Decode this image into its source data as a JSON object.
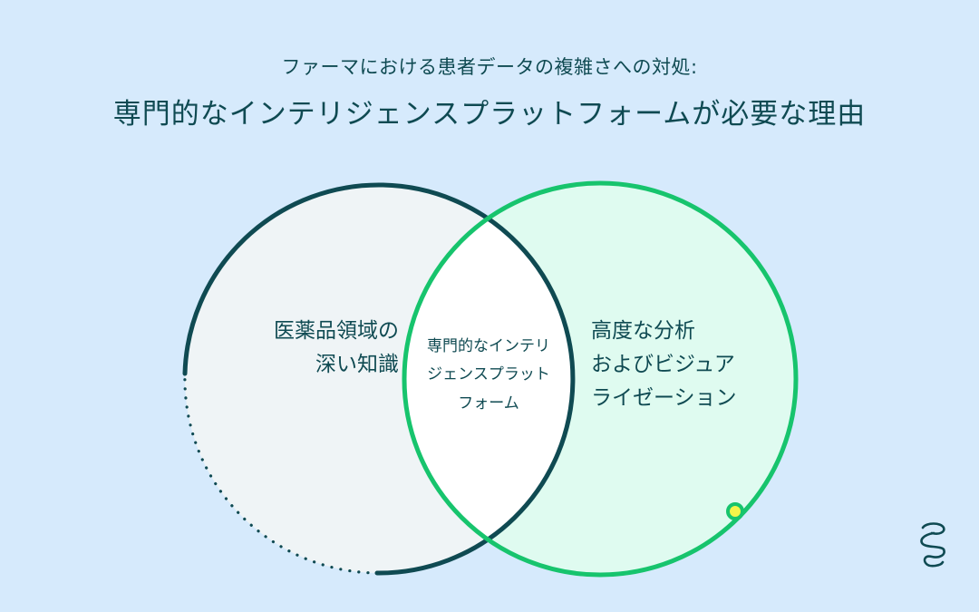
{
  "header": {
    "subtitle": "ファーマにおける患者データの複雑さへの対処:",
    "title": "専門的なインテリジェンスプラットフォームが必要な理由"
  },
  "venn": {
    "left": {
      "lines": [
        "医薬品領域の",
        "深い知識"
      ]
    },
    "intersection": {
      "lines": [
        "専門的なインテリ",
        "ジェンスプラット",
        "フォーム"
      ]
    },
    "right": {
      "lines": [
        "高度な分析",
        "およびビジュア",
        "ライゼーション"
      ]
    }
  },
  "colors": {
    "background": "#d6eafc",
    "left_stroke": "#0f4a52",
    "left_fill": "#eff4f6",
    "right_stroke": "#17c46d",
    "right_fill": "#dffbf0",
    "intersection_fill": "#ffffff",
    "accent_dot": "#f4f54a"
  },
  "logo": {
    "icon": "brand-swirl-icon"
  }
}
